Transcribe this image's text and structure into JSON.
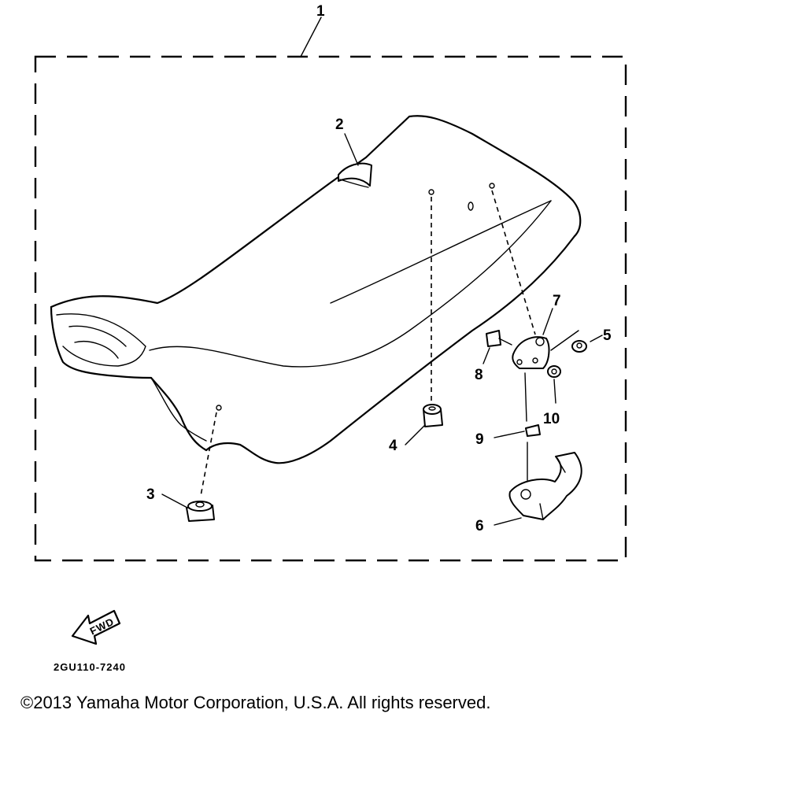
{
  "callouts": [
    {
      "id": "1",
      "label": "1"
    },
    {
      "id": "2",
      "label": "2"
    },
    {
      "id": "3",
      "label": "3"
    },
    {
      "id": "4",
      "label": "4"
    },
    {
      "id": "5",
      "label": "5"
    },
    {
      "id": "6",
      "label": "6"
    },
    {
      "id": "7",
      "label": "7"
    },
    {
      "id": "8",
      "label": "8"
    },
    {
      "id": "9",
      "label": "9"
    },
    {
      "id": "10",
      "label": "10"
    }
  ],
  "fwd_label": "FWD",
  "diagram_code": "2GU110-7240",
  "copyright": "©2013 Yamaha Motor Corporation, U.S.A. All rights reserved."
}
